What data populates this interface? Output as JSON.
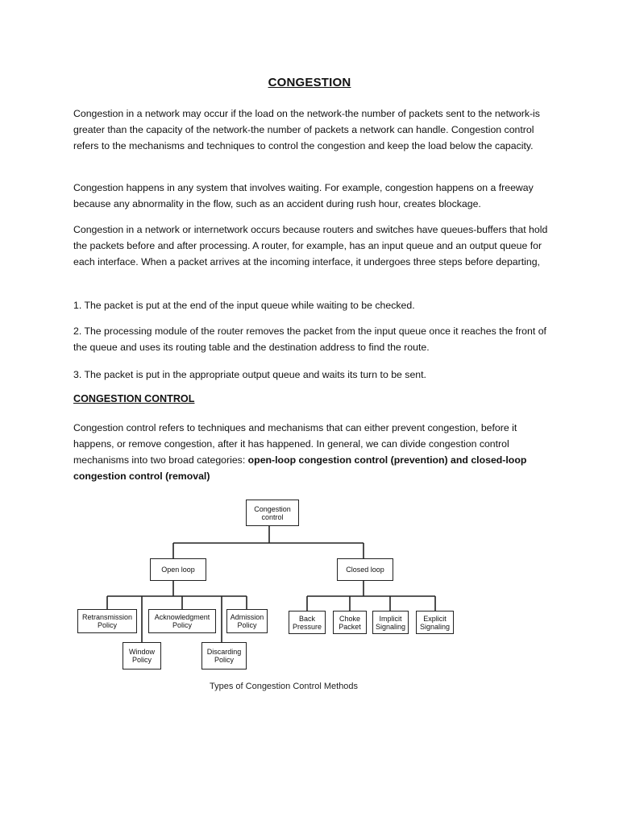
{
  "title": "CONGESTION",
  "paragraphs": {
    "p1": "Congestion in a network may occur if the load on the network-the number of packets sent to the network-is greater than the capacity of the network-the number of packets a network can handle. Congestion control refers to the mechanisms and techniques to control the congestion and keep the load below the capacity.",
    "p2": "Congestion happens in any system that involves waiting. For example, congestion happens on a freeway because any abnormality in the flow, such as an accident during rush hour, creates blockage.",
    "p3": "Congestion in a network or internetwork occurs because routers and switches have queues-buffers that hold the packets before and after processing. A router, for example, has an input queue and an output queue for each interface. When a packet arrives at the incoming interface, it undergoes three steps before departing,",
    "step1": "1. The packet is put at the end of the input queue while waiting to be checked.",
    "step2": "2. The processing module of the router removes the packet from the input queue once it reaches the front of the queue and uses its routing table and the destination address to find the route.",
    "step3": "3. The packet is put in the appropriate output queue and waits its turn to be sent."
  },
  "section2": {
    "heading": "CONGESTION CONTROL",
    "text_plain": "Congestion control refers to techniques and mechanisms that can either prevent congestion, before it happens, or remove congestion, after it has happened. In general, we can divide congestion control mechanisms into two broad categories: ",
    "text_bold": "open-loop congestion control (prevention) and closed-loop congestion control (removal)"
  },
  "diagram": {
    "root": "Congestion control",
    "open_loop": "Open loop",
    "closed_loop": "Closed loop",
    "open_children": {
      "retransmission": "Retransmission Policy",
      "window": "Window Policy",
      "acknowledgment": "Acknowledgment Policy",
      "discarding": "Discarding Policy",
      "admission": "Admission Policy"
    },
    "closed_children": {
      "back_pressure": "Back Pressure",
      "choke_packet": "Choke Packet",
      "implicit": "Implicit Signaling",
      "explicit": "Explicit Signaling"
    },
    "caption": "Types of Congestion Control Methods"
  }
}
